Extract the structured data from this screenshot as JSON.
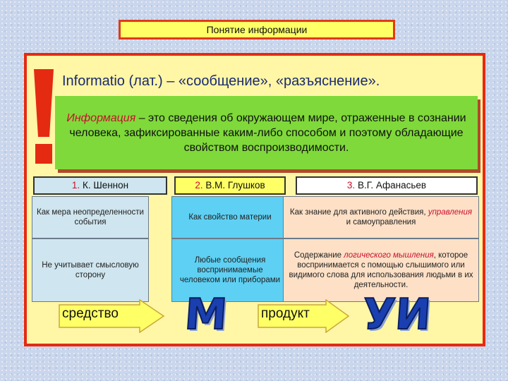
{
  "title": "Понятие информации",
  "subtitle": "Informatio (лат.) – «сообщение», «разъяснение».",
  "definition": {
    "term": "Информация",
    "text": " – это сведения об окружающем мире, отраженные в сознании человека, зафиксированные каким-либо способом и поэтому обладающие свойством воспроизводимости."
  },
  "columns": [
    {
      "num": "1.",
      "name": "К. Шеннон"
    },
    {
      "num": "2.",
      "name": "В.М. Глушков"
    },
    {
      "num": "3.",
      "name": "В.Г. Афанасьев"
    }
  ],
  "row1": {
    "c1": "Как мера неопределенности события",
    "c2": "Как свойство материи",
    "c3_a": "Как знание для активного действия, ",
    "c3_em": "управления",
    "c3_b": " и самоуправления"
  },
  "row2": {
    "c1": "Не учитывает смысловую сторону",
    "c2": "Любые сообщения воспринимаемые человеком или приборами",
    "c3_a": "Содержание ",
    "c3_em": "логического мышления",
    "c3_b": ", которое воспринимается с помощью слышимого или видимого слова для использования людьми в их деятельности."
  },
  "bottom": {
    "arrow1": "средство",
    "letter1": "М",
    "arrow2": "продукт",
    "letter2": "УИ"
  },
  "colors": {
    "accent_red": "#e52a12",
    "frame_fill": "#fff6a6",
    "definition_green": "#7fd93a",
    "arrow_yellow": "#ffff66",
    "letter_blue": "#1a3fb0"
  }
}
